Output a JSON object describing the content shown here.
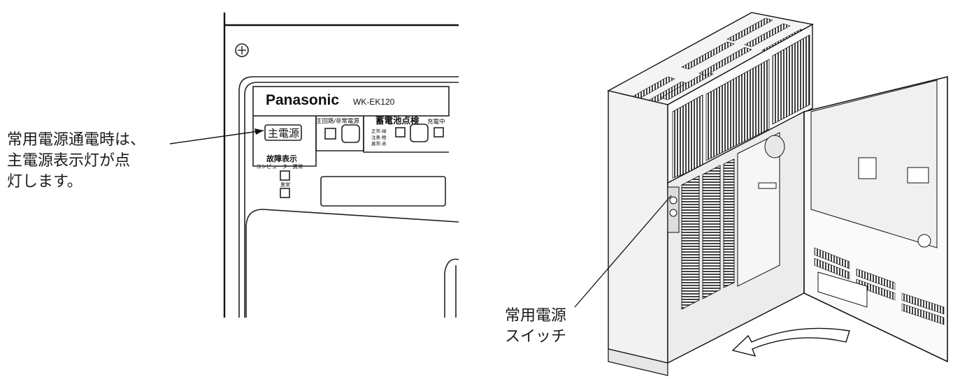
{
  "left_callout": {
    "lines": [
      "常用電源通電時は、",
      "主電源表示灯が点",
      "灯します。"
    ]
  },
  "right_callout": {
    "lines": [
      "常用電源",
      "スイッチ"
    ]
  },
  "panel": {
    "brand": "Panasonic",
    "model": "WK-EK120",
    "main_power_label": "主電源",
    "main_circuit_label": "主回路/非常電源",
    "battery_check_label": "蓄電池点検",
    "charging_label": "充電中",
    "status_legend": [
      "正常-緑",
      "注意-橙",
      "異常-赤"
    ],
    "fault_display_label": "故障表示",
    "computer_fault_label": "コンピューター異常",
    "fault_label": "異常"
  }
}
